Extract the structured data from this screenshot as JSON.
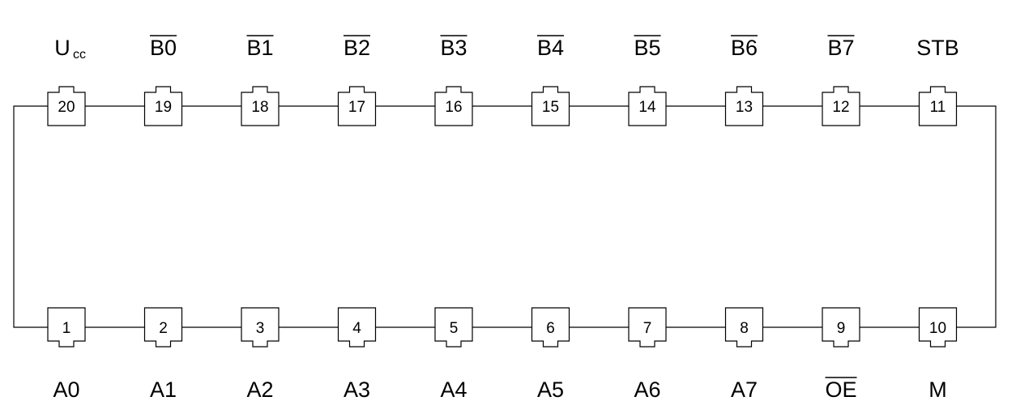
{
  "chip": {
    "top_pins": [
      {
        "number": "20",
        "label": "U",
        "label_sub": "cc",
        "overbar": false
      },
      {
        "number": "19",
        "label": "B0",
        "overbar": true
      },
      {
        "number": "18",
        "label": "B1",
        "overbar": true
      },
      {
        "number": "17",
        "label": "B2",
        "overbar": true
      },
      {
        "number": "16",
        "label": "B3",
        "overbar": true
      },
      {
        "number": "15",
        "label": "B4",
        "overbar": true
      },
      {
        "number": "14",
        "label": "B5",
        "overbar": true
      },
      {
        "number": "13",
        "label": "B6",
        "overbar": true
      },
      {
        "number": "12",
        "label": "B7",
        "overbar": true
      },
      {
        "number": "11",
        "label": "STB",
        "overbar": false
      }
    ],
    "bottom_pins": [
      {
        "number": "1",
        "label": "A0",
        "overbar": false
      },
      {
        "number": "2",
        "label": "A1",
        "overbar": false
      },
      {
        "number": "3",
        "label": "A2",
        "overbar": false
      },
      {
        "number": "4",
        "label": "A3",
        "overbar": false
      },
      {
        "number": "5",
        "label": "A4",
        "overbar": false
      },
      {
        "number": "6",
        "label": "A5",
        "overbar": false
      },
      {
        "number": "7",
        "label": "A6",
        "overbar": false
      },
      {
        "number": "8",
        "label": "A7",
        "overbar": false
      },
      {
        "number": "9",
        "label": "OE",
        "overbar": true
      },
      {
        "number": "10",
        "label": "M",
        "overbar": false
      }
    ]
  }
}
